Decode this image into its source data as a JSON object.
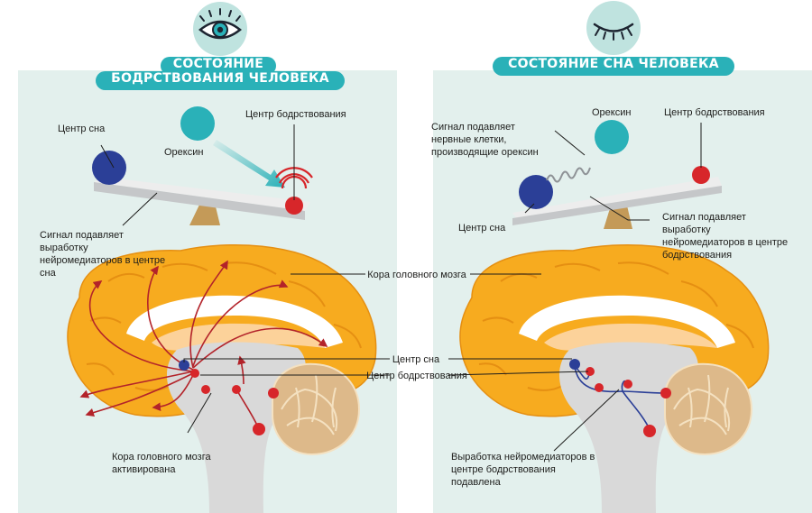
{
  "left_panel": {
    "title_line1": "СОСТОЯНИЕ",
    "title_line2": "БОДРСТВОВАНИЯ ЧЕЛОВЕКА",
    "icon": "open-eye-icon",
    "labels": {
      "sleep_center": "Центр сна",
      "orexin": "Орексин",
      "wake_center": "Центр бодрствования",
      "signal_suppresses": "Сигнал подавляет выработку нейромедиаторов в центре сна",
      "cortex_activated": "Кора головного мозга активирована"
    }
  },
  "right_panel": {
    "title": "СОСТОЯНИЕ СНА ЧЕЛОВЕКА",
    "icon": "closed-eye-icon",
    "labels": {
      "signal_orexin": "Сигнал подавляет нервные клетки, производящие орексин",
      "orexin": "Орексин",
      "wake_center": "Центр бодрствования",
      "sleep_center": "Центр сна",
      "signal_suppresses": "Сигнал подавляет выработку нейромедиаторов в центре бодрствования",
      "production_suppressed": "Выработка нейромедиаторов в центре бодрствования подавлена"
    }
  },
  "center_labels": {
    "cortex": "Кора головного мозга",
    "sleep_center": "Центр сна",
    "wake_center": "Центр бодрствования"
  },
  "colors": {
    "panel_bg": "#e3f0ed",
    "accent_teal": "#2ab1b8",
    "brain_orange": "#f7ab1f",
    "sleep_blue": "#2b3f97",
    "wake_red": "#d7262a",
    "arrow_red": "#b3232a",
    "cerebellum": "#ddb98a"
  }
}
